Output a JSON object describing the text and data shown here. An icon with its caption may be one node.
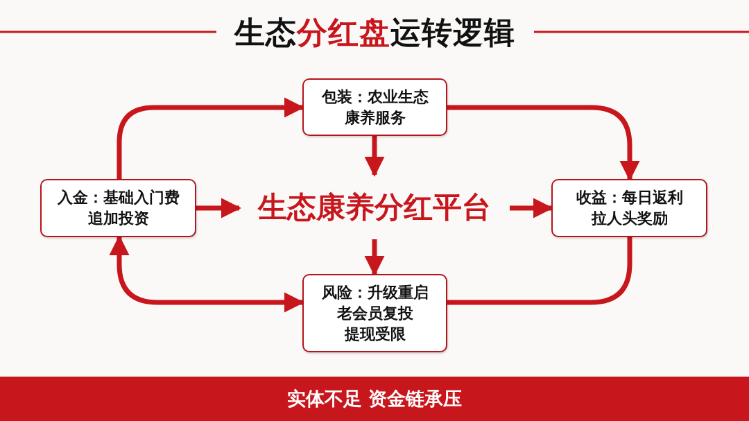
{
  "diagram": {
    "title": "生态**分红盘**运转逻辑",
    "caption": "实体不足 资金链承压",
    "nodes": [
      {
        "text": [
          "包装：农业生态康养服务"
        ]
      },
      {
        "text": [
          "入金：基础入门费",
          "追加投资"
        ]
      },
      {
        "text": [
          "生态康养分红平台"
        ]
      },
      {
        "text": [
          "收益：每日返利",
          "拉人头奖励"
        ]
      },
      {
        "text": [
          "风险：升级重启",
          "老会员复投",
          "提现受限"
        ]
      }
    ],
    "edges": [
      {
        "from": 1,
        "to": 0,
        "arrow": "to"
      },
      {
        "from": 0,
        "to": 3,
        "arrow": "to"
      },
      {
        "from": 0,
        "to": 2,
        "arrow": "to"
      },
      {
        "from": 1,
        "to": 2,
        "arrow": "to"
      },
      {
        "from": 2,
        "to": 3,
        "arrow": "to"
      },
      {
        "from": 2,
        "to": 4,
        "arrow": "to"
      },
      {
        "from": 3,
        "to": 4,
        "arrow": "none"
      },
      {
        "from": 1,
        "to": 4,
        "arrow": "both"
      }
    ]
  }
}
